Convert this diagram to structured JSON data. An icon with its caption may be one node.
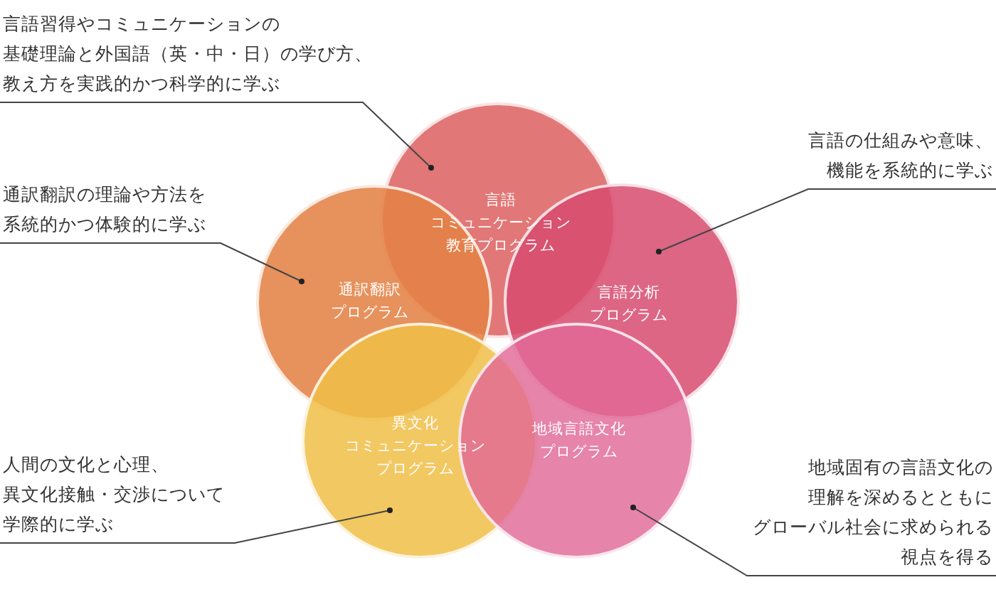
{
  "diagram": {
    "nodes": [
      {
        "text": [
          "言語コミュニケーション教育プログラム"
        ]
      },
      {
        "text": [
          "通訳翻訳プログラム"
        ]
      },
      {
        "text": [
          "言語分析プログラム"
        ]
      },
      {
        "text": [
          "異文化コミュニケーションプログラム"
        ]
      },
      {
        "text": [
          "地域言語文化プログラム"
        ]
      },
      {
        "text": [
          "言語習得やコミュニケーションの基礎理論と外国語（英・中・日）の学び方、教え方を実践的かつ科学的に学ぶ"
        ]
      },
      {
        "text": [
          "通訳翻訳の理論や方法を系統的かつ体験的に学ぶ"
        ]
      },
      {
        "text": [
          "言語の仕組みや意味、機能を系統的に学ぶ"
        ]
      },
      {
        "text": [
          "人間の文化と心理、異文化接触・交渉について学際的に学ぶ"
        ]
      },
      {
        "text": [
          "地域固有の言語文化の理解を深めるとともにグローバル社会に求められる視点を得る"
        ]
      }
    ],
    "edges": [
      {
        "from": 5,
        "to": 0,
        "arrow": "other"
      },
      {
        "from": 6,
        "to": 1,
        "arrow": "other"
      },
      {
        "from": 7,
        "to": 2,
        "arrow": "other"
      },
      {
        "from": 8,
        "to": 3,
        "arrow": "other"
      },
      {
        "from": 9,
        "to": 4,
        "arrow": "other"
      }
    ]
  }
}
